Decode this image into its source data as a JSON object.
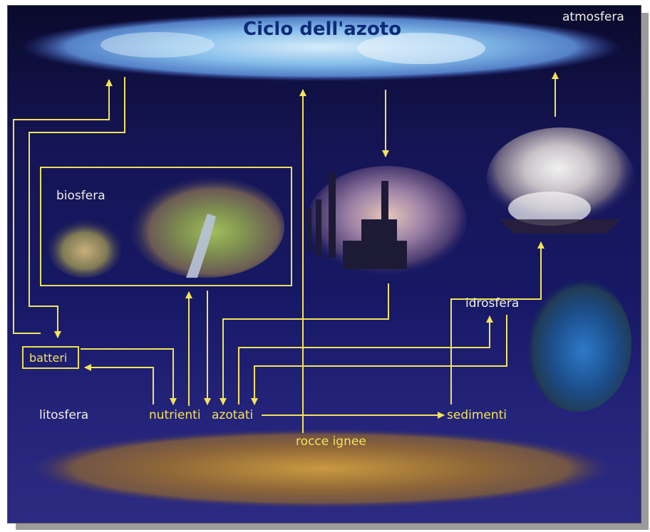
{
  "title": "Ciclo dell'azoto",
  "labels": {
    "atmosfera": "atmosfera",
    "biosfera": "biosfera",
    "idrosfera": "idrosfera",
    "litosfera": "litosfera",
    "batteri": "batteri",
    "nutrienti": "nutrienti",
    "azotati": "azotati",
    "sedimenti": "sedimenti",
    "rocce_ignee": "rocce ignee"
  },
  "colors": {
    "background": "#161864",
    "arrows": "#f4e35a",
    "title": "#0f2a7a",
    "text": "#f1eee6"
  }
}
